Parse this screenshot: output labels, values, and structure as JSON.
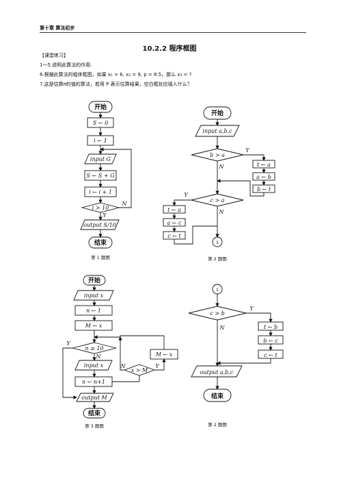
{
  "header": {
    "chapter": "第十章 算法初步"
  },
  "title": "10.2.2 程序框图",
  "exercise": {
    "heading": "【课堂练习】",
    "q1": "1～5.说明此算法的作用.",
    "q6": "6.根据此算法的程序框图，如果 x₁ = 6, x₂ = 9, p = 8.5，那么 x₃ = ?",
    "q7": "7.这是估算π的值的算法，若用 P 表示估算结果，空白框处应填入什么？"
  },
  "fig1": {
    "caption": "第 1 题图",
    "start": "开始",
    "init_s": "S ← 0",
    "init_i": "i ← 1",
    "input": "input G",
    "update_s": "S ← S + G",
    "update_i": "i ← i + 1",
    "cond": "i > 10",
    "yes": "Y",
    "no": "N",
    "output": "output S/10",
    "end": "结束"
  },
  "fig2a": {
    "caption": "第 2 题图",
    "start": "开始",
    "input": "input a,b,c",
    "cond1": "b > a",
    "swap1_a": "t ← a",
    "swap1_b": "a ← b",
    "swap1_c": "b ← t",
    "cond2": "c > a",
    "swap2_a": "t ← a",
    "swap2_b": "a ← c",
    "swap2_c": "c ← t",
    "yes": "Y",
    "no": "N",
    "connector": "1"
  },
  "fig3": {
    "caption": "第 3 题图",
    "start": "开始",
    "input_x": "input x",
    "init_n": "n ← 1",
    "init_m": "M ← x",
    "cond_n": "n ≥ 10",
    "input_x2": "input x",
    "inc_n": "n ← n+1",
    "cond_x": "x > M",
    "assign_m": "M ← x",
    "output": "output M",
    "end": "结束",
    "yes": "Y",
    "no": "N"
  },
  "fig2b": {
    "caption": "第 2 题图",
    "connector": "1",
    "cond": "c > b",
    "swap_a": "t ← b",
    "swap_b": "b ← c",
    "swap_c": "c ← t",
    "output": "output a,b,c",
    "end": "结束",
    "yes": "Y",
    "no": "N"
  }
}
